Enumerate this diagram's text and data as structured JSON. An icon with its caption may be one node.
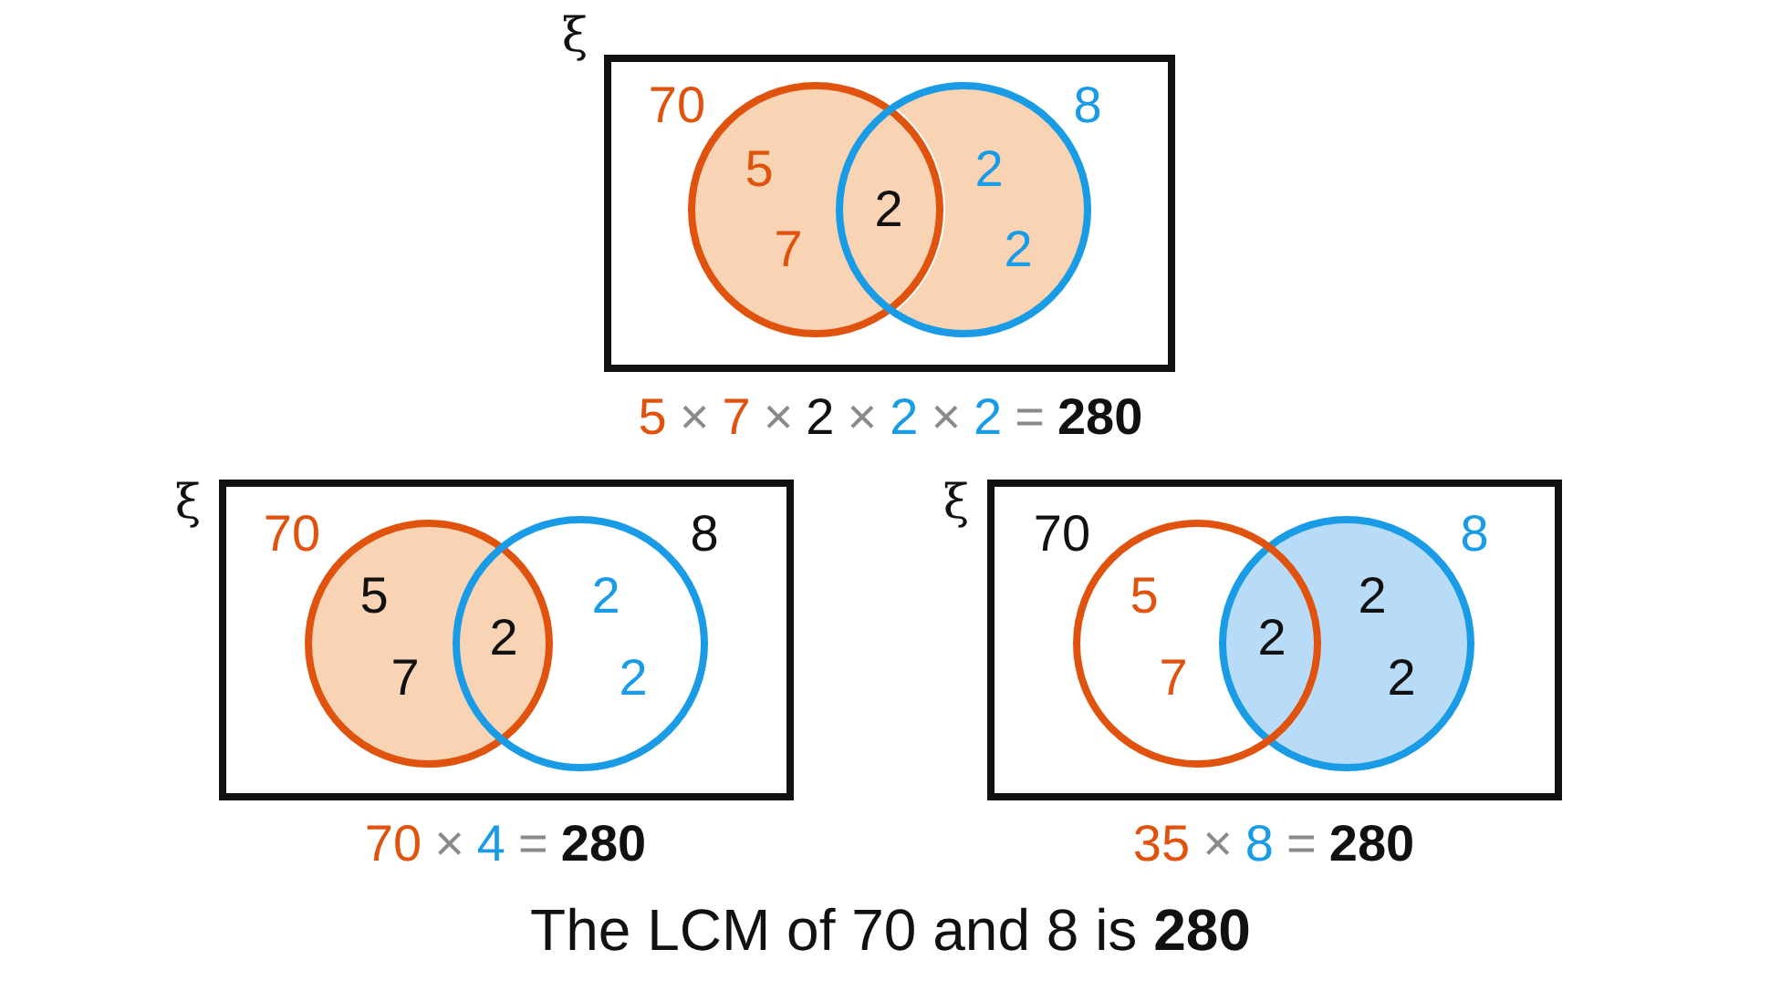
{
  "diagram": {
    "nodes": [
      {
        "text": [],
        "shape": "box",
        "beside": [
          "ξ"
        ]
      },
      {
        "text": [
          "5",
          "7"
        ],
        "beside": [
          "70"
        ],
        "in": 0
      },
      {
        "text": [
          "2",
          "2"
        ],
        "beside": [
          "8"
        ],
        "in": 0
      },
      {
        "text": [],
        "shape": "box",
        "beside": [
          "ξ"
        ]
      },
      {
        "text": [
          "5",
          "7"
        ],
        "beside": [
          "70"
        ],
        "in": 3
      },
      {
        "text": [
          "2",
          "2"
        ],
        "beside": [
          "8"
        ],
        "in": 3
      },
      {
        "text": [],
        "shape": "box",
        "beside": [
          "ξ"
        ]
      },
      {
        "text": [
          "5",
          "7"
        ],
        "beside": [
          "70"
        ],
        "in": 6
      },
      {
        "text": [
          "2",
          "2"
        ],
        "beside": [
          "8"
        ],
        "in": 6
      }
    ],
    "labels": [
      "2",
      "5",
      "×",
      "7",
      "×",
      "2",
      "×",
      "2",
      "×",
      "2",
      "=",
      "280",
      "2",
      "70",
      "×",
      "4",
      "=",
      "280",
      "2",
      "35",
      "×",
      "8",
      "=",
      "280",
      "The LCM of 70 and 8 is **280**"
    ]
  }
}
